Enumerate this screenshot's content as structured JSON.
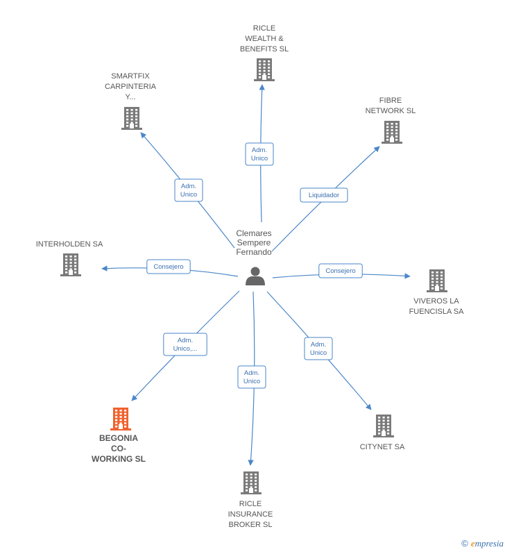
{
  "center": {
    "label_lines": [
      "Clemares",
      "Sempere",
      "Fernando"
    ],
    "icon": "person-icon"
  },
  "nodes": [
    {
      "id": "ricle-wealth",
      "label_lines": [
        "RICLE",
        "WEALTH &",
        "BENEFITS  SL"
      ],
      "icon": "building-icon",
      "highlight": false
    },
    {
      "id": "smartfix",
      "label_lines": [
        "SMARTFIX",
        "CARPINTERIA",
        "Y..."
      ],
      "icon": "building-icon",
      "highlight": false
    },
    {
      "id": "fibre-network",
      "label_lines": [
        "FIBRE",
        "NETWORK SL"
      ],
      "icon": "building-icon",
      "highlight": false
    },
    {
      "id": "interholden",
      "label_lines": [
        "INTERHOLDEN SA"
      ],
      "icon": "building-icon",
      "highlight": false
    },
    {
      "id": "viveros",
      "label_lines": [
        "VIVEROS LA",
        "FUENCISLA SA"
      ],
      "icon": "building-icon",
      "highlight": false
    },
    {
      "id": "begonia",
      "label_lines": [
        "BEGONIA",
        "CO-",
        "WORKING  SL"
      ],
      "icon": "building-icon",
      "highlight": true
    },
    {
      "id": "citynet",
      "label_lines": [
        "CITYNET SA"
      ],
      "icon": "building-icon",
      "highlight": false
    },
    {
      "id": "ricle-insurance",
      "label_lines": [
        "RICLE",
        "INSURANCE",
        "BROKER  SL"
      ],
      "icon": "building-icon",
      "highlight": false
    }
  ],
  "edges": [
    {
      "to": "ricle-wealth",
      "label_lines": [
        "Adm.",
        "Unico"
      ]
    },
    {
      "to": "smartfix",
      "label_lines": [
        "Adm.",
        "Unico"
      ]
    },
    {
      "to": "fibre-network",
      "label_lines": [
        "Liquidador"
      ]
    },
    {
      "to": "interholden",
      "label_lines": [
        "Consejero"
      ]
    },
    {
      "to": "viveros",
      "label_lines": [
        "Consejero"
      ]
    },
    {
      "to": "begonia",
      "label_lines": [
        "Adm.",
        "Unico,..."
      ]
    },
    {
      "to": "citynet",
      "label_lines": [
        "Adm.",
        "Unico"
      ]
    },
    {
      "to": "ricle-insurance",
      "label_lines": [
        "Adm.",
        "Unico"
      ]
    }
  ],
  "colors": {
    "building": "#7a7a7a",
    "building_highlight": "#f0622e",
    "person": "#666666",
    "edge": "#4a86c8"
  },
  "footer": {
    "copyright_symbol": "©",
    "brand_initial": "e",
    "brand_rest": "mpresia"
  }
}
